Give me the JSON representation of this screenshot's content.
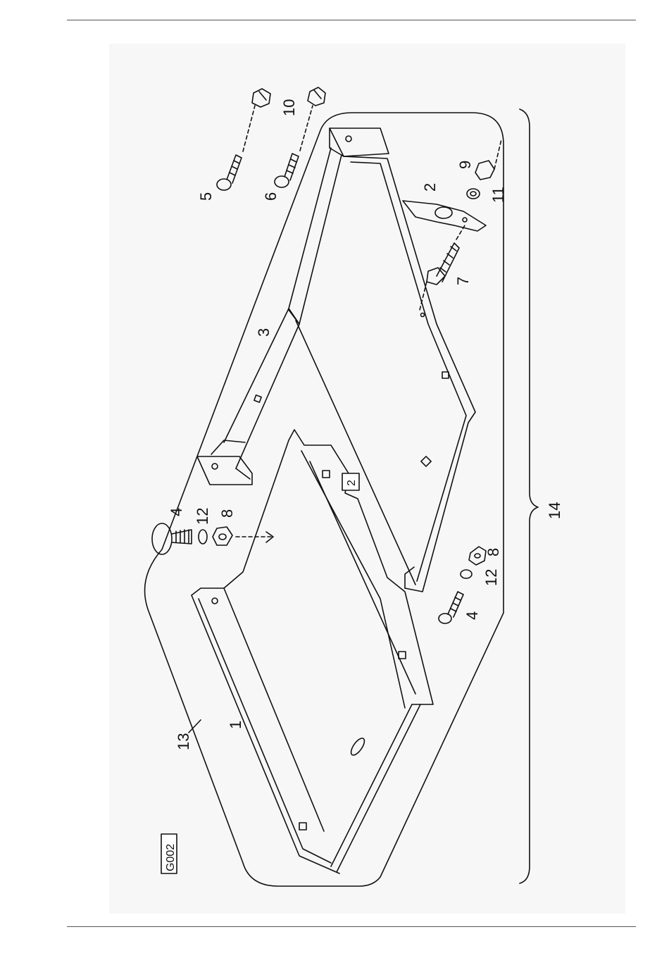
{
  "figure": {
    "code": "G002",
    "callouts": {
      "p1": "1",
      "p2": "2",
      "p2_inset": "2",
      "p3": "3",
      "p4_top": "4",
      "p4_bottom": "4",
      "p5": "5",
      "p6": "6",
      "p7": "7",
      "p8_top": "8",
      "p8_bottom": "8",
      "p9": "9",
      "p10": "10",
      "p11": "11",
      "p12_top": "12",
      "p12_bottom": "12",
      "p13": "13",
      "p14": "14"
    }
  }
}
